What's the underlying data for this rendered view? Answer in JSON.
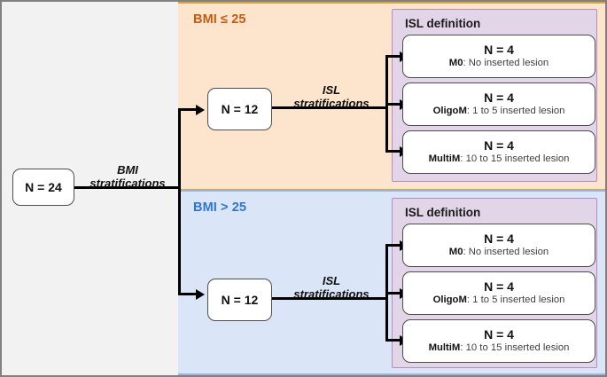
{
  "figure": {
    "root": {
      "main": "N = 24"
    },
    "edge_bmi": {
      "line1": "BMI",
      "line2": "stratifications"
    },
    "branches": [
      {
        "id": "bmi-low",
        "heading": "BMI ≤ 25",
        "heading_color": "#c55a11",
        "panel_color": "#fce4cd",
        "node": {
          "main": "N = 12"
        },
        "edge_isl": {
          "line1": "ISL",
          "line2": "stratifications"
        },
        "group_title": "ISL definition",
        "group_color": "#e2d5e8",
        "leaves": [
          {
            "main": "N = 4",
            "sub_label": "M0",
            "sub_text": ": No inserted lesion"
          },
          {
            "main": "N = 4",
            "sub_label": "OligoM",
            "sub_text": ": 1 to 5 inserted lesion"
          },
          {
            "main": "N = 4",
            "sub_label": "MultiM",
            "sub_text": ": 10 to 15 inserted lesion"
          }
        ]
      },
      {
        "id": "bmi-high",
        "heading": "BMI > 25",
        "heading_color": "#2e75d4",
        "panel_color": "#dae5f7",
        "node": {
          "main": "N = 12"
        },
        "edge_isl": {
          "line1": "ISL",
          "line2": "stratifications"
        },
        "group_title": "ISL definition",
        "group_color": "#e2d5e8",
        "leaves": [
          {
            "main": "N = 4",
            "sub_label": "M0",
            "sub_text": ": No inserted lesion"
          },
          {
            "main": "N = 4",
            "sub_label": "OligoM",
            "sub_text": ": 1 to 5 inserted lesion"
          },
          {
            "main": "N = 4",
            "sub_label": "MultiM",
            "sub_text": ": 10 to 15 inserted lesion"
          }
        ]
      }
    ]
  }
}
